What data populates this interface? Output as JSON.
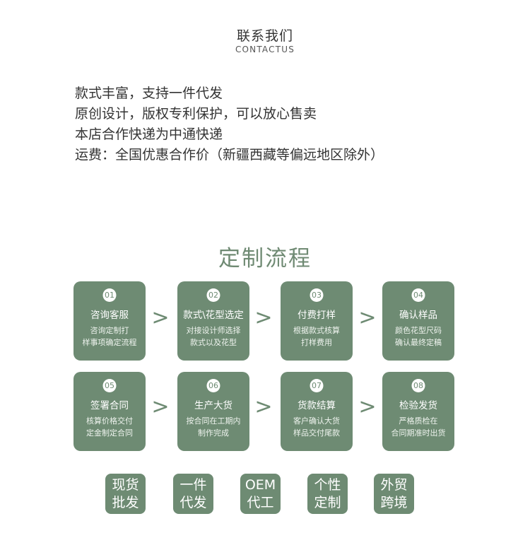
{
  "contact": {
    "title": "联系我们",
    "subtitle": "CONTACTUS"
  },
  "features": [
    "款式丰富，支持一件代发",
    "原创设计，版权专利保护，可以放心售卖",
    "本店合作快递为中通快递",
    "运费：全国优惠合作价（新疆西藏等偏远地区除外）"
  ],
  "flow": {
    "title": "定制流程",
    "arrow": ">",
    "steps": [
      {
        "num": "01",
        "title": "咨询客服",
        "desc": [
          "咨询定制打",
          "样事项确定流程"
        ]
      },
      {
        "num": "02",
        "title": "款式\\花型选定",
        "desc": [
          "对接设计师选择",
          "款式以及花型"
        ]
      },
      {
        "num": "03",
        "title": "付费打样",
        "desc": [
          "根据款式核算",
          "打样费用"
        ]
      },
      {
        "num": "04",
        "title": "确认样品",
        "desc": [
          "颜色花型尺码",
          "确认最终定稿"
        ]
      },
      {
        "num": "05",
        "title": "签署合同",
        "desc": [
          "核算价格交付",
          "定金制定合同"
        ]
      },
      {
        "num": "06",
        "title": "生产大货",
        "desc": [
          "按合同在工期内",
          "制作完成"
        ]
      },
      {
        "num": "07",
        "title": "货款结算",
        "desc": [
          "客户确认大货",
          "样品交付尾款"
        ]
      },
      {
        "num": "08",
        "title": "检验发货",
        "desc": [
          "严格质检在",
          "合同期准时出货"
        ]
      }
    ]
  },
  "tags": [
    [
      "现货",
      "批发"
    ],
    [
      "一件",
      "代发"
    ],
    [
      "OEM",
      "代工"
    ],
    [
      "个性",
      "定制"
    ],
    [
      "外贸",
      "跨境"
    ]
  ],
  "colors": {
    "accent": "#6e8b73",
    "title_green": "#6f8a73"
  }
}
